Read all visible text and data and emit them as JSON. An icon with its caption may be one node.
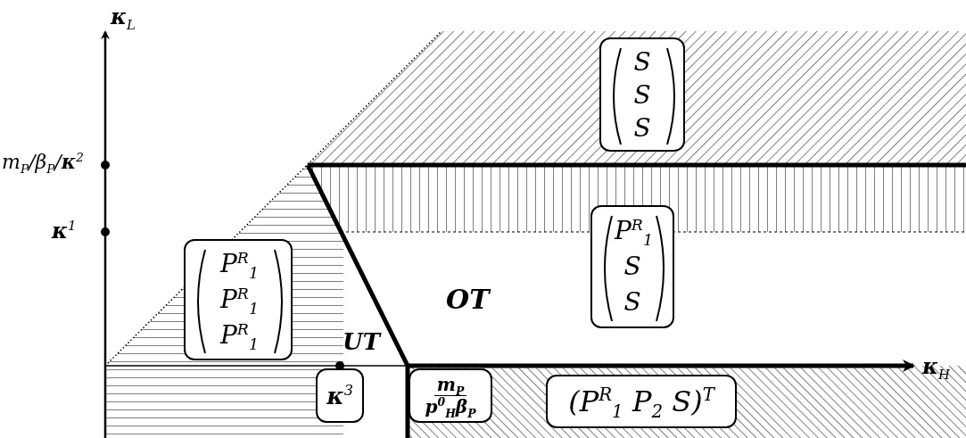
{
  "diagram": {
    "nodes": [
      {
        "text": [
          "S S S"
        ]
      },
      {
        "text": [
          "P$^{R}$$_{1}$ S S"
        ]
      },
      {
        "text": [
          "P$^{R}$$_{1}$ P$^{R}$$_{1}$ P$^{R}$$_{1}$"
        ]
      },
      {
        "text": [
          "**κ**$^{3}$"
        ]
      },
      {
        "text": [
          "m$_{P}$",
          "p$^{0}$$_{H}$β$_{P}$"
        ]
      },
      {
        "text": [
          "(P$^{R}$$_{1}$ P$_{2}$ S)$^{T}$"
        ]
      }
    ],
    "edges": [],
    "labels": [
      "**κ**$_{L}$",
      "m$_{P}$/β$_{P}$/**κ**$^{2}$",
      "**κ**$^{1}$",
      "OT",
      "UT",
      "**κ**$_{H}$"
    ]
  }
}
